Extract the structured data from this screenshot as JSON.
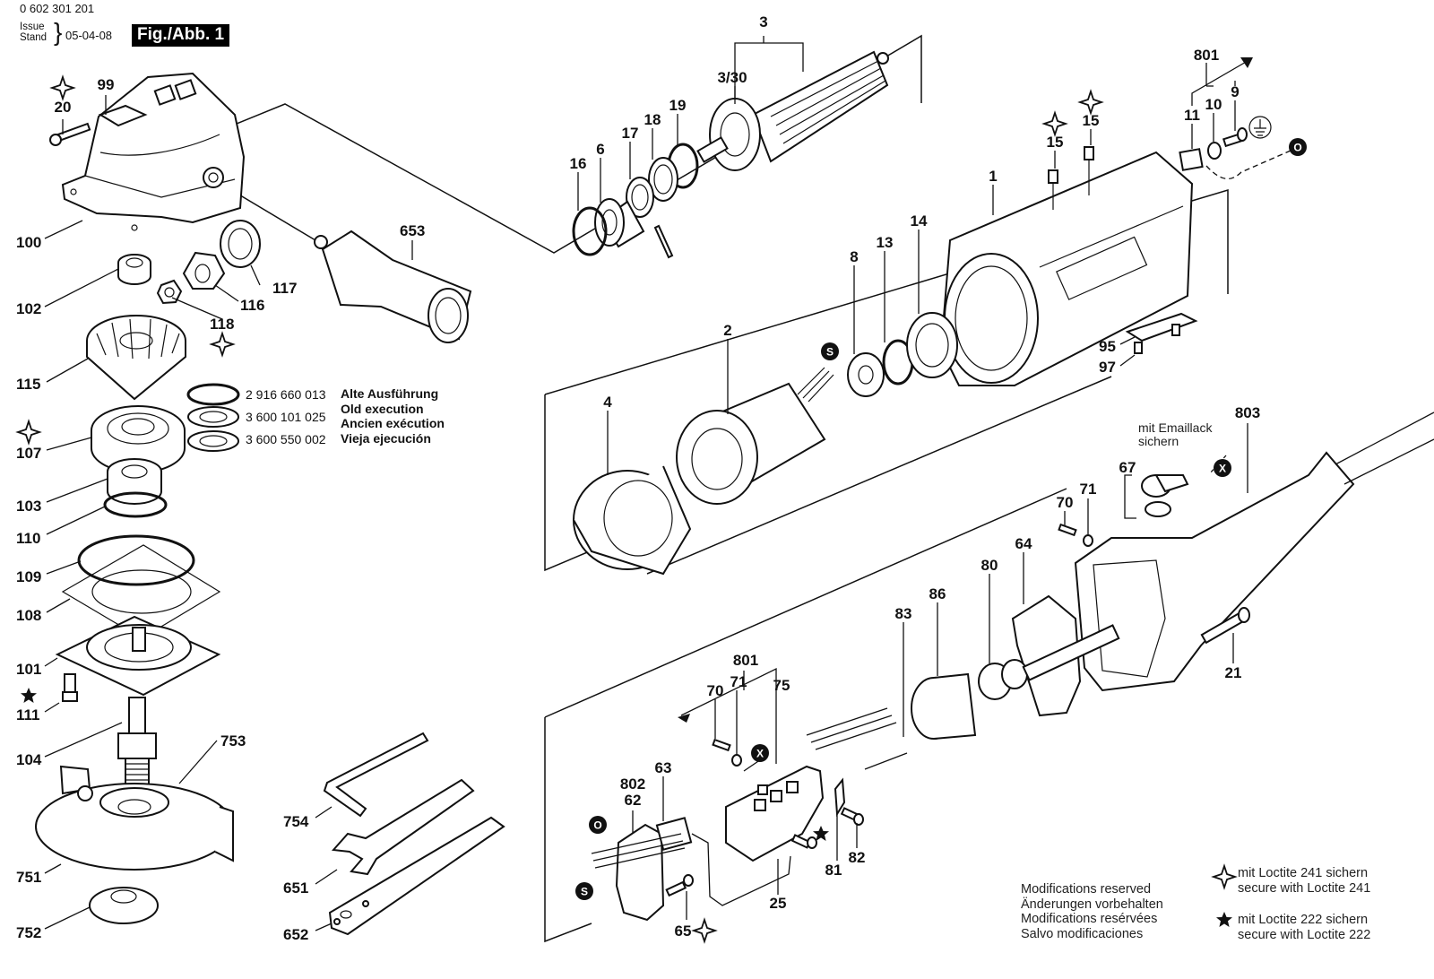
{
  "header": {
    "part_number": "0 602 301 201",
    "issue_label": "Issue",
    "stand_label": "Stand",
    "date": "05-04-08",
    "figure_label": "Fig./Abb. 1"
  },
  "old_execution": {
    "part_numbers": [
      "2 916 660 013",
      "3 600 101 025",
      "3 600 550 002"
    ],
    "descriptions": [
      "Alte Ausführung",
      "Old execution",
      "Ancien exécution",
      "Vieja ejecución"
    ]
  },
  "annotations": {
    "enamel_lock": [
      "mit Emaillack",
      "sichern"
    ]
  },
  "footer": {
    "modifications": [
      "Modifications reserved",
      "Änderungen vorbehalten",
      "Modifications resérvées",
      "Salvo modificaciones"
    ],
    "legend": [
      {
        "symbol": "four-point-star",
        "lines": [
          "mit Loctite 241 sichern",
          "secure with Loctite 241"
        ]
      },
      {
        "symbol": "solid-star",
        "lines": [
          "mit Loctite 222 sichern",
          "secure with Loctite 222"
        ]
      }
    ]
  },
  "badges": {
    "s": "S",
    "o": "O",
    "x": "X"
  },
  "parts": {
    "p20": "20",
    "p99": "99",
    "p100": "100",
    "p102": "102",
    "p117": "117",
    "p116": "116",
    "p118": "118",
    "p653": "653",
    "p115": "115",
    "p107": "107",
    "p103": "103",
    "p110": "110",
    "p109": "109",
    "p108": "108",
    "p101": "101",
    "p111": "111",
    "p104": "104",
    "p753": "753",
    "p751": "751",
    "p752": "752",
    "p754": "754",
    "p651": "651",
    "p652": "652",
    "p3": "3",
    "p330": "3/30",
    "p16": "16",
    "p6": "6",
    "p17": "17",
    "p18": "18",
    "p19": "19",
    "p2": "2",
    "p4": "4",
    "p8": "8",
    "p13": "13",
    "p14": "14",
    "p1": "1",
    "p15a": "15",
    "p15b": "15",
    "p95": "95",
    "p97": "97",
    "p801a": "801",
    "p11": "11",
    "p10": "10",
    "p9": "9",
    "p803": "803",
    "p67": "67",
    "p70a": "70",
    "p71a": "71",
    "p64": "64",
    "p80": "80",
    "p86": "86",
    "p83": "83",
    "p21": "21",
    "p801b": "801",
    "p70b": "70",
    "p71b": "71",
    "p75": "75",
    "p802": "802",
    "p62": "62",
    "p63": "63",
    "p65": "65",
    "p25": "25",
    "p81": "81",
    "p82": "82"
  }
}
